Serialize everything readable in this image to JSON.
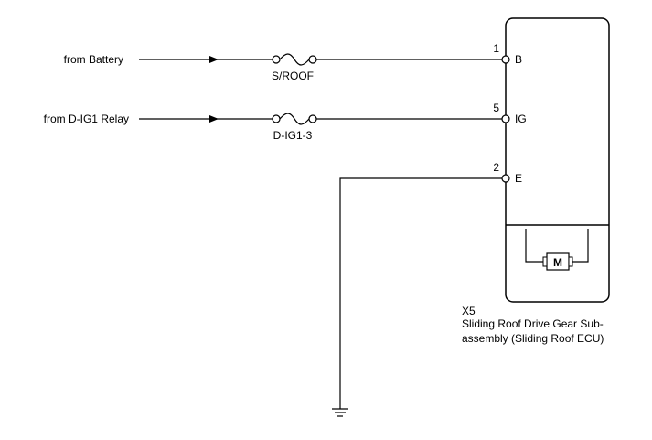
{
  "inputs": [
    {
      "source": "from Battery",
      "fuse": "S/ROOF",
      "pin": "1",
      "terminal": "B"
    },
    {
      "source": "from D-IG1 Relay",
      "fuse": "D-IG1-3",
      "pin": "5",
      "terminal": "IG"
    }
  ],
  "ground": {
    "pin": "2",
    "terminal": "E"
  },
  "motor": {
    "symbol": "M"
  },
  "component": {
    "code": "X5",
    "name_line1": "Sliding Roof Drive Gear Sub-",
    "name_line2": "assembly (Sliding Roof ECU)"
  },
  "icons": [
    "ground-icon",
    "fuse-icon",
    "motor-icon",
    "arrow-icon"
  ]
}
